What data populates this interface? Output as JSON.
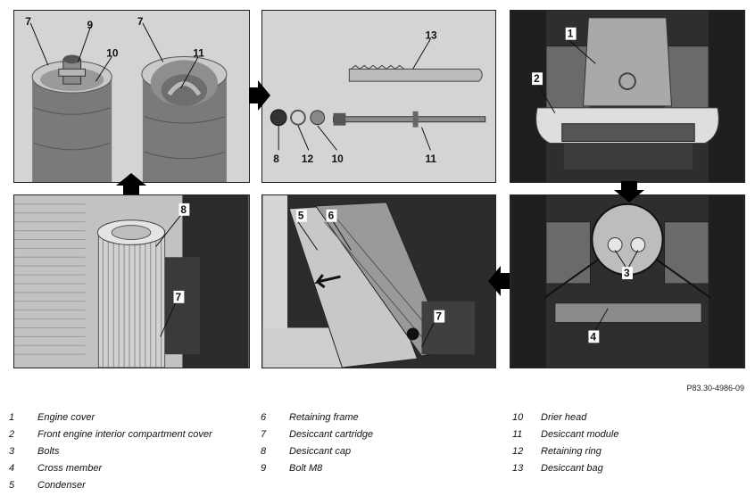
{
  "callouts": {
    "p1": [
      "7",
      "9",
      "10",
      "7",
      "11"
    ],
    "p2": [
      "13",
      "8",
      "12",
      "10",
      "11"
    ],
    "p3": [
      "1",
      "2"
    ],
    "p4": [
      "8",
      "7"
    ],
    "p5": [
      "5",
      "6",
      "7"
    ],
    "p6": [
      "3",
      "4"
    ]
  },
  "reference": "P83.30-4986-09",
  "legend": {
    "col1": [
      {
        "num": "1",
        "text": "Engine cover"
      },
      {
        "num": "2",
        "text": "Front engine interior compartment cover"
      },
      {
        "num": "3",
        "text": "Bolts"
      },
      {
        "num": "4",
        "text": "Cross member"
      },
      {
        "num": "5",
        "text": "Condenser"
      }
    ],
    "col2": [
      {
        "num": "6",
        "text": "Retaining frame"
      },
      {
        "num": "7",
        "text": "Desiccant cartridge"
      },
      {
        "num": "8",
        "text": "Desiccant cap"
      },
      {
        "num": "9",
        "text": "Bolt M8"
      }
    ],
    "col3": [
      {
        "num": "10",
        "text": "Drier head"
      },
      {
        "num": "11",
        "text": "Desiccant module"
      },
      {
        "num": "12",
        "text": "Retaining ring"
      },
      {
        "num": "13",
        "text": "Desiccant bag"
      }
    ]
  }
}
